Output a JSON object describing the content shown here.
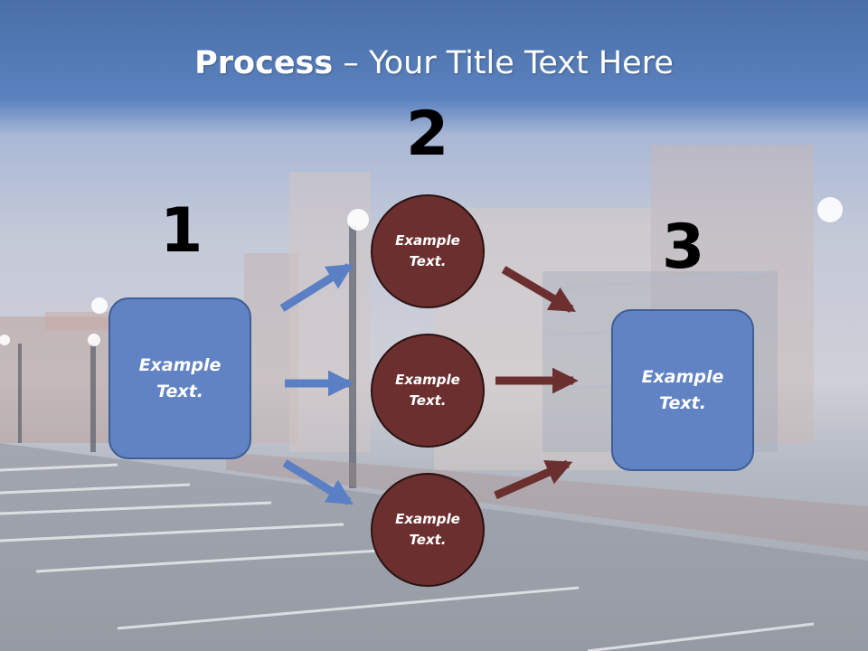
{
  "title": {
    "bold": "Process",
    "rest": " – Your Title Text Here"
  },
  "steps": [
    {
      "number": "1",
      "text_line1": "Example",
      "text_line2": "Text."
    },
    {
      "number": "2"
    },
    {
      "number": "3",
      "text_line1": "Example",
      "text_line2": "Text."
    }
  ],
  "circles": [
    {
      "line1": "Example",
      "line2": "Text."
    },
    {
      "line1": "Example",
      "line2": "Text."
    },
    {
      "line1": "Example",
      "line2": "Text."
    }
  ],
  "colors": {
    "blue_box": "#6182c3",
    "blue_arrow": "#5b7fc4",
    "circle": "#6b2f2f",
    "red_arrow": "#6b2f2f",
    "header": "#4a6fa8"
  }
}
